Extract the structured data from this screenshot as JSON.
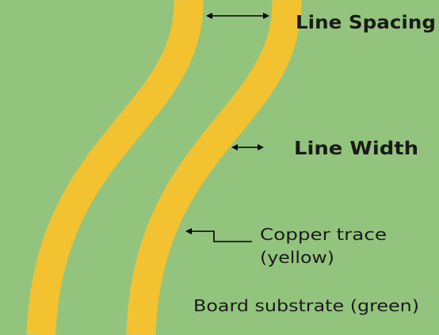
{
  "diagram": {
    "labels": {
      "line_spacing": "Line Spacing",
      "line_width": "Line Width",
      "copper_trace_line1": "Copper trace",
      "copper_trace_line2": "(yellow)",
      "board_substrate": "Board substrate (green)"
    },
    "colors": {
      "substrate": "#93c47d",
      "copper_trace": "#f3c231",
      "arrow": "#000000",
      "text": "#1a1a1a"
    }
  }
}
